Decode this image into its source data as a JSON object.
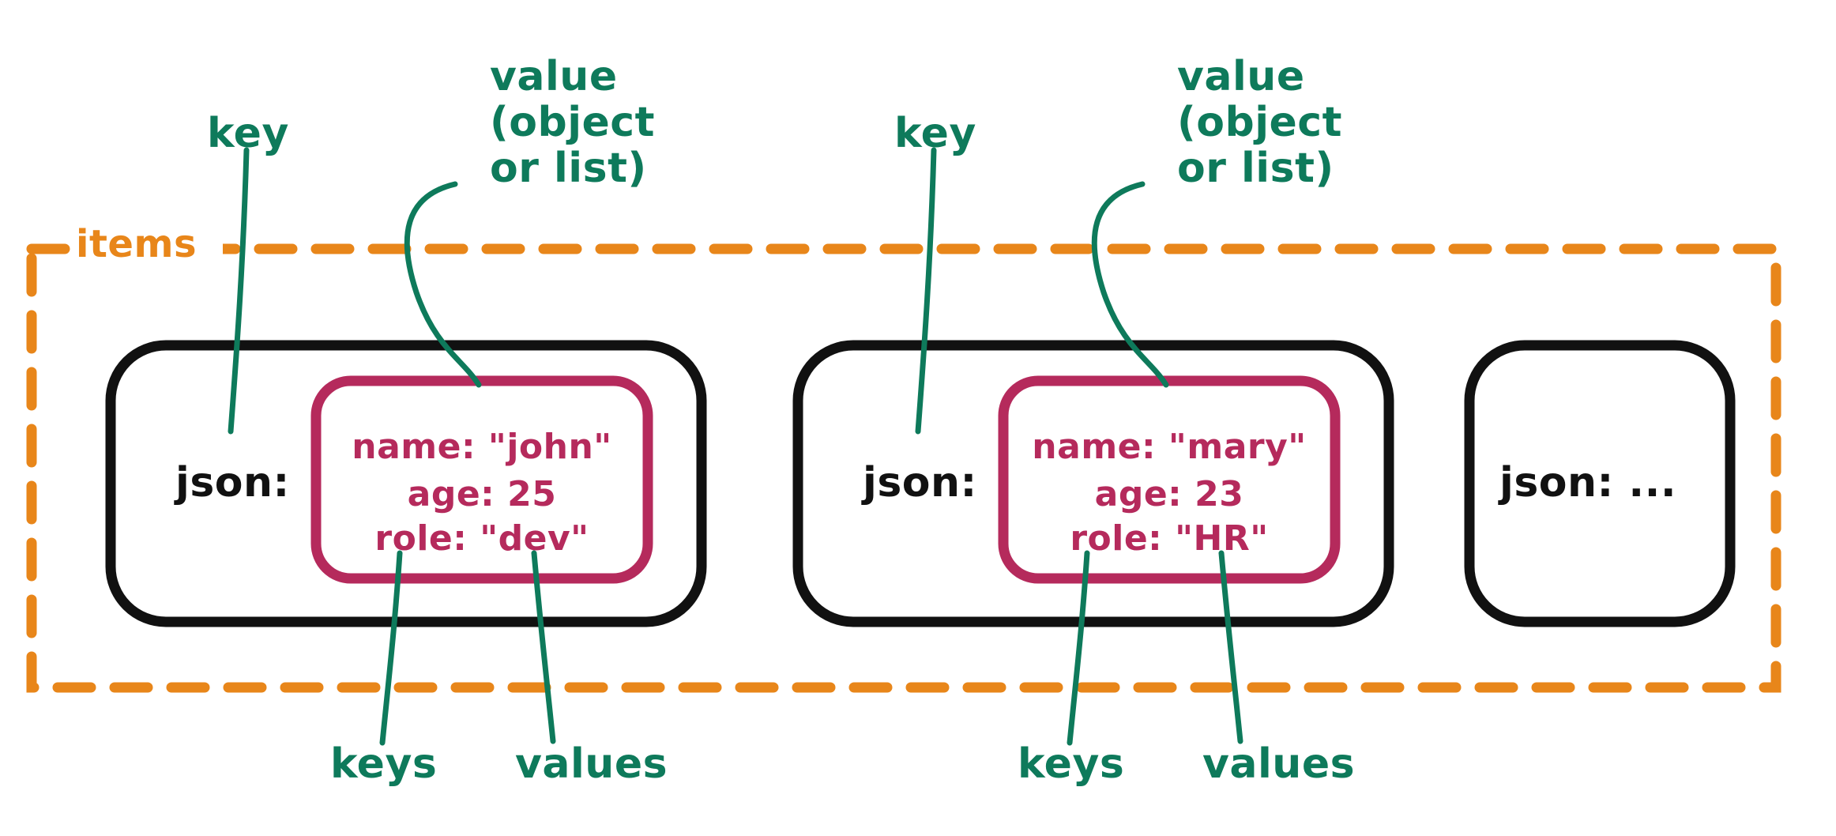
{
  "diagram": {
    "title": "JSON items structure",
    "background": "#ffffff",
    "colors": {
      "annotation_green": "#0E7A5B",
      "container_orange": "#E8861A",
      "card_black": "#111111",
      "value_crimson": "#B52A5C"
    },
    "container": {
      "label": "items",
      "border_style": "dashed",
      "color": "#E8861A"
    },
    "cards": [
      {
        "key_label": "json:",
        "value_lines": [
          "name: \"john\"",
          "age: 25",
          "role: \"dev\""
        ],
        "has_value_box": true
      },
      {
        "key_label": "json:",
        "value_lines": [
          "name: \"mary\"",
          "age: 23",
          "role: \"HR\""
        ],
        "has_value_box": true
      },
      {
        "key_label": "json: ...",
        "value_lines": [],
        "has_value_box": false
      }
    ],
    "annotations": {
      "top": [
        {
          "text": "key",
          "target": "card-1-key"
        },
        {
          "text": "value\n(object\nor list)",
          "target": "card-1-value-box"
        },
        {
          "text": "key",
          "target": "card-2-key"
        },
        {
          "text": "value\n(object\nor list)",
          "target": "card-2-value-box"
        }
      ],
      "bottom": [
        {
          "text": "keys",
          "target": "card-1-value-keys"
        },
        {
          "text": "values",
          "target": "card-1-value-values"
        },
        {
          "text": "keys",
          "target": "card-2-value-keys"
        },
        {
          "text": "values",
          "target": "card-2-value-values"
        }
      ]
    }
  }
}
